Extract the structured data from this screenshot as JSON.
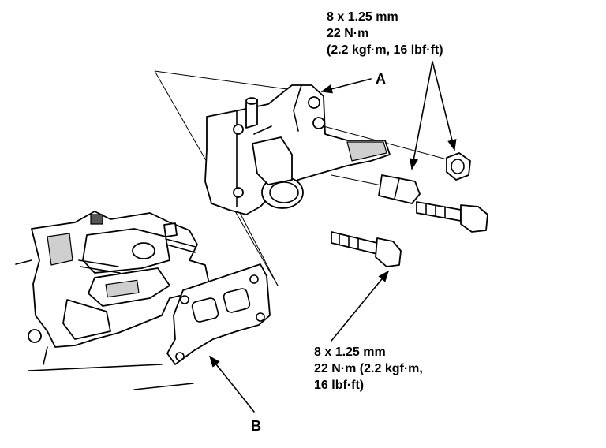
{
  "top_spec": {
    "line1": "8 x 1.25 mm",
    "line2": "22 N·m",
    "line3": "(2.2 kgf·m, 16 lbf·ft)"
  },
  "bottom_spec": {
    "line1": "8 x 1.25 mm",
    "line2": "22 N·m (2.2 kgf·m,",
    "line3": "16 lbf·ft)"
  },
  "callouts": {
    "a": "A",
    "b": "B"
  }
}
